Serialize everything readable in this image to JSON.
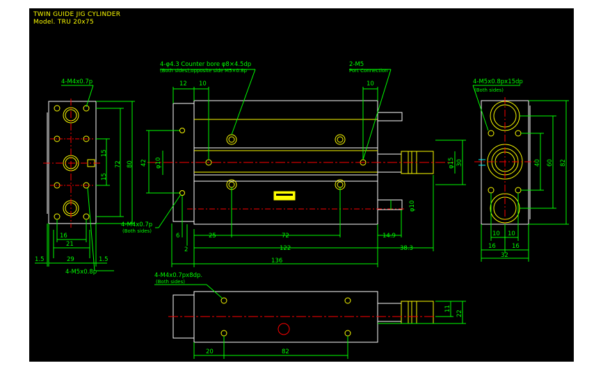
{
  "title_block": {
    "title": "TWIN GUIDE JIG CYLINDER",
    "model": "Model. TRU 20x75"
  },
  "colors": {
    "background": "#000000",
    "outline": "#ffffff",
    "dimension": "#00ff00",
    "centerline": "#ff0000",
    "feature": "#ffff00",
    "hidden": "#00ffff"
  },
  "annotations": {
    "counterbore_1": "4-φ4.3 Counter bore φ8×4.5dp",
    "counterbore_2": "(Both sides),opposite side M5×0.8p",
    "port_1": "2-M5",
    "port_2": "Port Connection",
    "left_top": "4-M4x0.7p",
    "left_bottom": "4-M5x0.8p",
    "side_thread_1": "4-M4x0.7p",
    "side_thread_2": "(Both sides)",
    "right_top_1": "4-M5x0.8px15dp",
    "right_top_2": "(Both sides)",
    "bottom_view_1": "4-M4x0.7px8dp.",
    "bottom_view_2": "(Both sides)"
  },
  "dims": {
    "lv_16": "16",
    "lv_21": "21",
    "lv_29": "29",
    "lv_1_5a": "1.5",
    "lv_1_5b": "1.5",
    "lv_15a": "15",
    "lv_15b": "15",
    "lv_72": "72",
    "lv_80": "80",
    "fv_12": "12",
    "fv_10a": "10",
    "fv_10b": "10",
    "fv_42": "42",
    "fv_d10": "φ10",
    "fv_6": "6",
    "fv_2": "2",
    "fv_25": "25",
    "fv_72": "72",
    "fv_122": "122",
    "fv_136": "136",
    "fv_14_9": "14.9",
    "fv_38_3": "38.3",
    "fv_d15": "φ15",
    "fv_30": "30",
    "fv_d10b": "φ10",
    "rv_10a": "10",
    "rv_10b": "10",
    "rv_16a": "16",
    "rv_16b": "16",
    "rv_32": "32",
    "rv_40": "40",
    "rv_60": "60",
    "rv_82": "82",
    "bv_20": "20",
    "bv_82": "82",
    "bv_11": "11",
    "bv_22": "22"
  }
}
